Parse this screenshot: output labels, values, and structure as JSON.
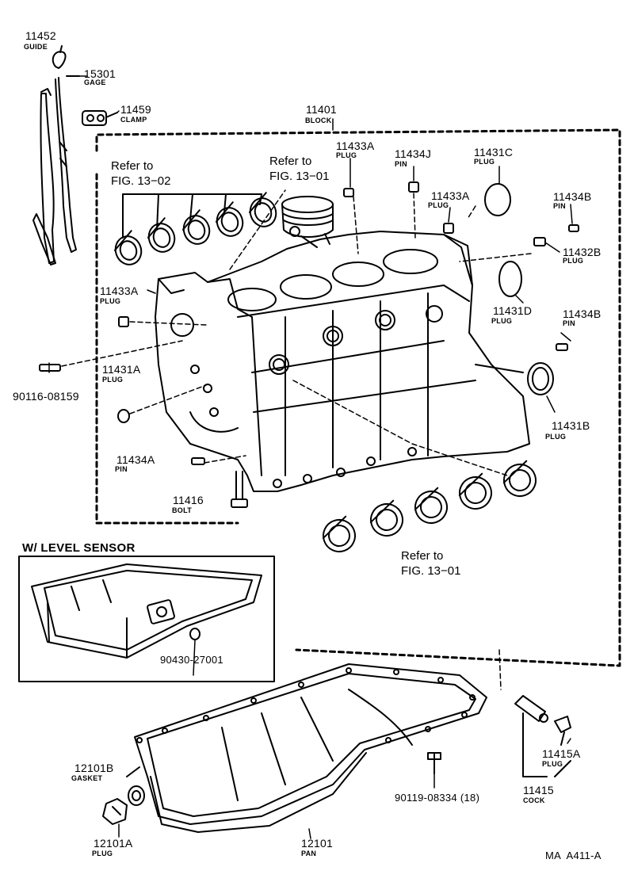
{
  "diagram_id": "MA  A411-A",
  "refs": {
    "fig1302": "Refer to\nFIG. 13−02",
    "fig1301_top": "Refer to\nFIG. 13−01",
    "fig1301_bottom": "Refer to\nFIG. 13−01"
  },
  "inset_title": "W/ LEVEL SENSOR",
  "parts": {
    "p11452": {
      "num": "11452",
      "name": "GUIDE"
    },
    "p15301": {
      "num": "15301",
      "name": "GAGE"
    },
    "p11459": {
      "num": "11459",
      "name": "CLAMP"
    },
    "p11401": {
      "num": "11401",
      "name": "BLOCK"
    },
    "p11433A_top": {
      "num": "11433A",
      "name": "PLUG"
    },
    "p11434J": {
      "num": "11434J",
      "name": "PIN"
    },
    "p11431C": {
      "num": "11431C",
      "name": "PLUG"
    },
    "p11433A_mid": {
      "num": "11433A",
      "name": "PLUG"
    },
    "p11434B_top": {
      "num": "11434B",
      "name": "PIN"
    },
    "p11432B": {
      "num": "11432B",
      "name": "PLUG"
    },
    "p11433A_left": {
      "num": "11433A",
      "name": "PLUG"
    },
    "p11431D": {
      "num": "11431D",
      "name": "PLUG"
    },
    "p11434B_mid": {
      "num": "11434B",
      "name": "PIN"
    },
    "p90116": {
      "num": "90116-08159",
      "name": ""
    },
    "p11431A": {
      "num": "11431A",
      "name": "PLUG"
    },
    "p11431B": {
      "num": "11431B",
      "name": "PLUG"
    },
    "p11434A": {
      "num": "11434A",
      "name": "PIN"
    },
    "p11416": {
      "num": "11416",
      "name": "BOLT"
    },
    "p90430": {
      "num": "90430-27001",
      "name": ""
    },
    "p12101B": {
      "num": "12101B",
      "name": "GASKET"
    },
    "p12101A": {
      "num": "12101A",
      "name": "PLUG"
    },
    "p12101": {
      "num": "12101",
      "name": "PAN"
    },
    "p90119": {
      "num": "90119-08334 (18)",
      "name": ""
    },
    "p11415A": {
      "num": "11415A",
      "name": "PLUG"
    },
    "p11415": {
      "num": "11415",
      "name": "COCK"
    }
  }
}
